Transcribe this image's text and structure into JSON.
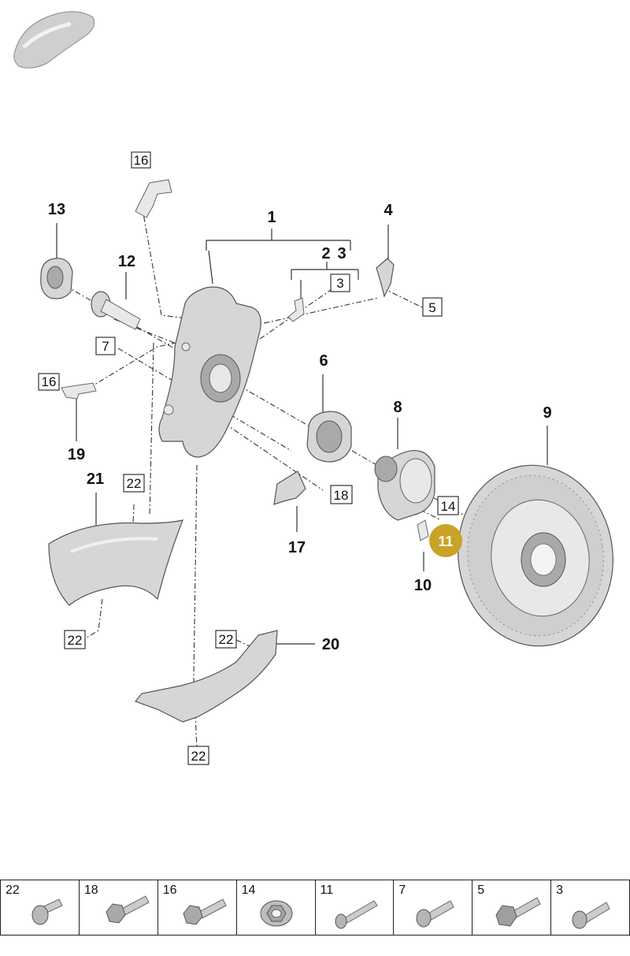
{
  "diagram": {
    "callouts": {
      "c1": "1",
      "c2": "2",
      "c3": "3",
      "c4": "4",
      "c6": "6",
      "c8": "8",
      "c9": "9",
      "c10": "10",
      "c12": "12",
      "c13": "13",
      "c17": "17",
      "c19": "19",
      "c20": "20",
      "c21": "21"
    },
    "boxed": {
      "b16a": "16",
      "b16b": "16",
      "b3": "3",
      "b5": "5",
      "b7": "7",
      "b18": "18",
      "b14": "14",
      "b22a": "22",
      "b22b": "22",
      "b22c": "22",
      "b22d": "22"
    },
    "highlight": {
      "label": "11",
      "color": "#c9a227"
    }
  },
  "legend": [
    {
      "label": "22",
      "icon": "bolt-short-icon"
    },
    {
      "label": "18",
      "icon": "hex-bolt-icon"
    },
    {
      "label": "16",
      "icon": "hex-bolt-icon"
    },
    {
      "label": "14",
      "icon": "flange-nut-icon"
    },
    {
      "label": "11",
      "icon": "socket-screw-icon"
    },
    {
      "label": "7",
      "icon": "torx-bolt-icon"
    },
    {
      "label": "5",
      "icon": "hex-bolt-icon"
    },
    {
      "label": "3",
      "icon": "socket-screw-icon"
    }
  ]
}
